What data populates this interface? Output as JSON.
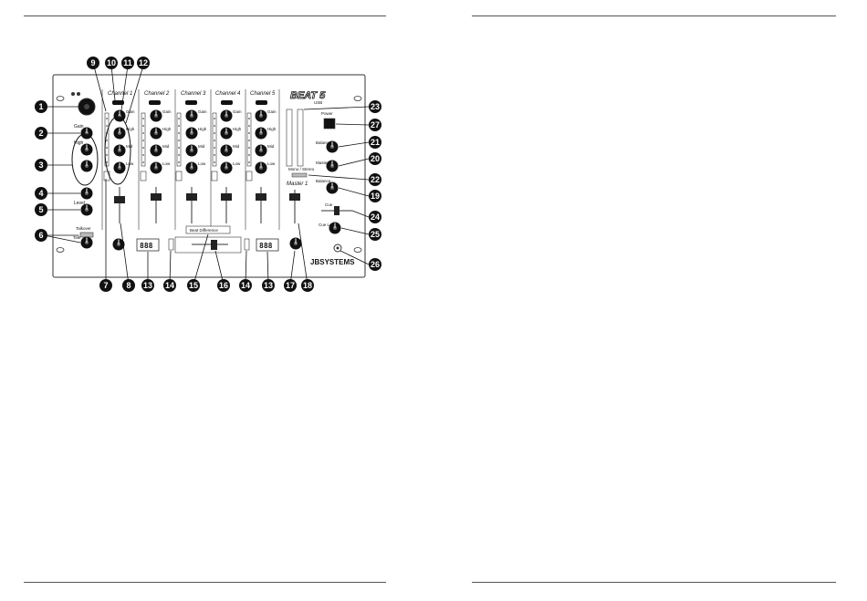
{
  "panel": {
    "channels": [
      {
        "title": "Channel 1"
      },
      {
        "title": "Channel 2"
      },
      {
        "title": "Channel 3"
      },
      {
        "title": "Channel 4"
      },
      {
        "title": "Channel 5"
      }
    ],
    "knob_labels": {
      "gain": "Gain",
      "high": "High",
      "mid": "Mid",
      "low": "Low"
    },
    "mic_labels": {
      "gain": "Gain",
      "high": "High",
      "level": "Level",
      "talkover": "Talkover",
      "talk": "Talk"
    },
    "master_labels": {
      "power": "Power",
      "balance": "Balance",
      "master": "Master",
      "mono_stereo": "Mono / Stereo",
      "booth": "Booth",
      "cue": "Cue",
      "cue_level": "Cue Level"
    },
    "fader_master_label": "Master 1",
    "bpm_display": "888",
    "beat_difference_label": "Beat Difference",
    "brand": "JBSYSTEMS",
    "logo_text": "BEAT 5",
    "logo_sub": "USB"
  },
  "callouts": [
    "1",
    "2",
    "3",
    "4",
    "5",
    "6",
    "7",
    "8",
    "9",
    "10",
    "11",
    "12",
    "13",
    "14",
    "15",
    "16",
    "14",
    "13",
    "17",
    "18",
    "19",
    "20",
    "21",
    "22",
    "23",
    "24",
    "25",
    "26",
    "27"
  ]
}
